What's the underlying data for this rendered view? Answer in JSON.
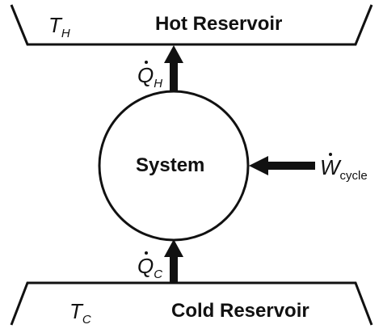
{
  "hot_reservoir": {
    "label": "Hot Reservoir",
    "temp_symbol": "T",
    "temp_subscript": "H"
  },
  "cold_reservoir": {
    "label": "Cold Reservoir",
    "temp_symbol": "T",
    "temp_subscript": "C"
  },
  "system": {
    "label": "System"
  },
  "heat_hot": {
    "symbol": "Q",
    "subscript": "H"
  },
  "heat_cold": {
    "symbol": "Q",
    "subscript": "C"
  },
  "work": {
    "symbol": "W",
    "subscript": "cycle"
  },
  "colors": {
    "ink": "#111111",
    "background": "#ffffff"
  }
}
